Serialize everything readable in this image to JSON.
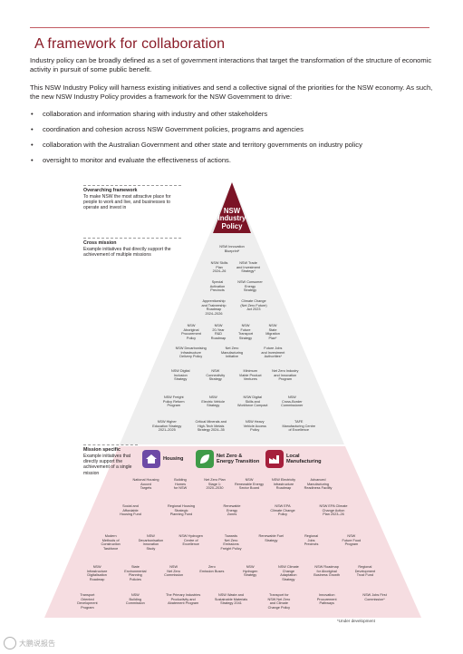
{
  "title": "A framework for collaboration",
  "intro_1": "Industry policy can be broadly defined as a set of government interactions that target the transformation of the structure of economic activity in pursuit of some public benefit.",
  "intro_2": "This NSW Industry Policy will harness existing initiatives and send a collective signal of the priorities for the NSW economy. As such, the new NSW Industry Policy provides a framework for the NSW Government to drive:",
  "bullets": [
    "collaboration and information sharing with industry and other stakeholders",
    "coordination and cohesion across NSW Government policies, programs and agencies",
    "collaboration with the Australian Government and other state and territory governments on industry policy",
    "oversight to monitor and evaluate the effectiveness of actions."
  ],
  "sections": {
    "overarching": {
      "heading": "Overarching framework",
      "desc": "To make NSW the most attractive place for people to work and live, and businesses to operate and invest in"
    },
    "cross": {
      "heading": "Cross mission",
      "desc": "Example initiatives that directly support the achievement of multiple missions"
    },
    "specific": {
      "heading": "Mission specific",
      "desc": "Example initiatives that directly support the achievement of a single mission"
    }
  },
  "apex": {
    "line1": "NSW",
    "line2": "Industry",
    "line3": "Policy"
  },
  "cross_rows": [
    [
      "NSW Innovation\nBlueprint*"
    ],
    [
      "NSW Skills\nPlan\n2024–26",
      "NSW Trade\nand Investment\nStrategy*"
    ],
    [
      "Special\nActivation\nPrecincts",
      "NSW Consumer\nEnergy\nStrategy"
    ],
    [
      "Apprenticeship\nand Traineeship\nRoadmap\n2024–2026",
      "Climate Change\n(Net Zero Future)\nAct 2023"
    ],
    [
      "NSW\nAboriginal\nProcurement\nPolicy",
      "NSW\n20-Year\nR&D\nRoadmap",
      "NSW\nFuture\nTransport\nStrategy",
      "NSW\nState\nMigration\nPlan*"
    ],
    [
      "NSW Decarbonising\nInfrastructure\nDelivery Policy",
      "Net Zero\nManufacturing\nInitiative",
      "Future Jobs\nand Investment\nAuthorities*"
    ],
    [
      "NSW Digital\nInclusion\nStrategy",
      "NSW\nConnectivity\nStrategy",
      "Minimum\nViable Product\nVentures",
      "Net Zero Industry\nand Innovation\nProgram"
    ],
    [
      "NSW Freight\nPolicy Reform\nProgram",
      "NSW\nElectric Vehicle\nStrategy",
      "NSW Digital\nSkills and\nWorkforce Compact",
      "NSW\nCross-Border\nCommissioner"
    ],
    [
      "NSW Higher\nEducation Strategy\n2021–2025",
      "Critical Minerals and\nHigh-Tech Metals\nStrategy 2024–35",
      "NSW Heavy\nVehicle Access\nPolicy",
      "TAFE\nManufacturing Centre\nof Excellence"
    ]
  ],
  "mission_categories": [
    {
      "label": "Housing",
      "color": "#6d4aa6",
      "icon": "house-icon"
    },
    {
      "label": "Net Zero &\nEnergy Transition",
      "color": "#3f9b48",
      "icon": "leaf-icon"
    },
    {
      "label": "Local\nManufacturing",
      "color": "#a61f3c",
      "icon": "factory-icon"
    }
  ],
  "mission_rows": [
    [
      "National Housing\nAccord\nTargets",
      "Building\nHomes\nfor NSW",
      "Net Zero Plan\nStage 1:\n2020–2030",
      "NSW\nRenewable Energy\nSector Board",
      "NSW Electricity\nInfrastructure\nRoadmap",
      "Advanced\nManufacturing\nReadiness Facility"
    ],
    [
      "Social and\nAffordable\nHousing Fund",
      "Regional Housing\nStrategic\nPlanning Fund",
      "Renewable\nEnergy\nZones",
      "NSW EPA\nClimate Change\nPolicy",
      "NSW EPA Climate\nChange Action\nPlan 2023–26"
    ],
    [
      "Modern\nMethods of\nConstruction\nTaskforce",
      "NSW\nDecarbonisation\nInnovation\nStudy",
      "NSW Hydrogen\nCentre of\nExcellence",
      "Towards\nNet Zero\nEmissions\nFreight Policy",
      "Renewable Fuel\nStrategy",
      "Regional\nJobs\nPrecincts",
      "NSW\nFuture Food\nProgram"
    ],
    [
      "NSW\nInfrastructure\nDigitalisation\nRoadmap",
      "State\nEnvironmental\nPlanning\nPolicies",
      "NSW\nNet Zero\nCommission",
      "Zero\nEmission Buses",
      "NSW\nHydrogen\nStrategy",
      "NSW Climate\nChange\nAdaptation\nStrategy",
      "NSW Roadmap\nfor Aboriginal\nBusiness Growth",
      "Regional\nDevelopment\nTrust Fund"
    ],
    [
      "Transport\nOriented\nDevelopment\nProgram",
      "NSW\nBuilding\nCommission",
      "The Primary Industries\nProductivity and\nAbatement Program",
      "NSW Waste and\nSustainable Materials\nStrategy 2041",
      "Transport for\nNSW Net Zero\nand Climate\nChange Policy",
      "Innovation\nProcurement\nPathways",
      "NSW Jobs First\nCommission*"
    ]
  ],
  "footnote": "*Under development",
  "watermark": "大鹏说报告",
  "colors": {
    "title": "#8a1c28",
    "apex": "#7b1426",
    "cross": "#eeeeee",
    "mission": "#f6dde1",
    "accent_line": "#c25b63"
  }
}
